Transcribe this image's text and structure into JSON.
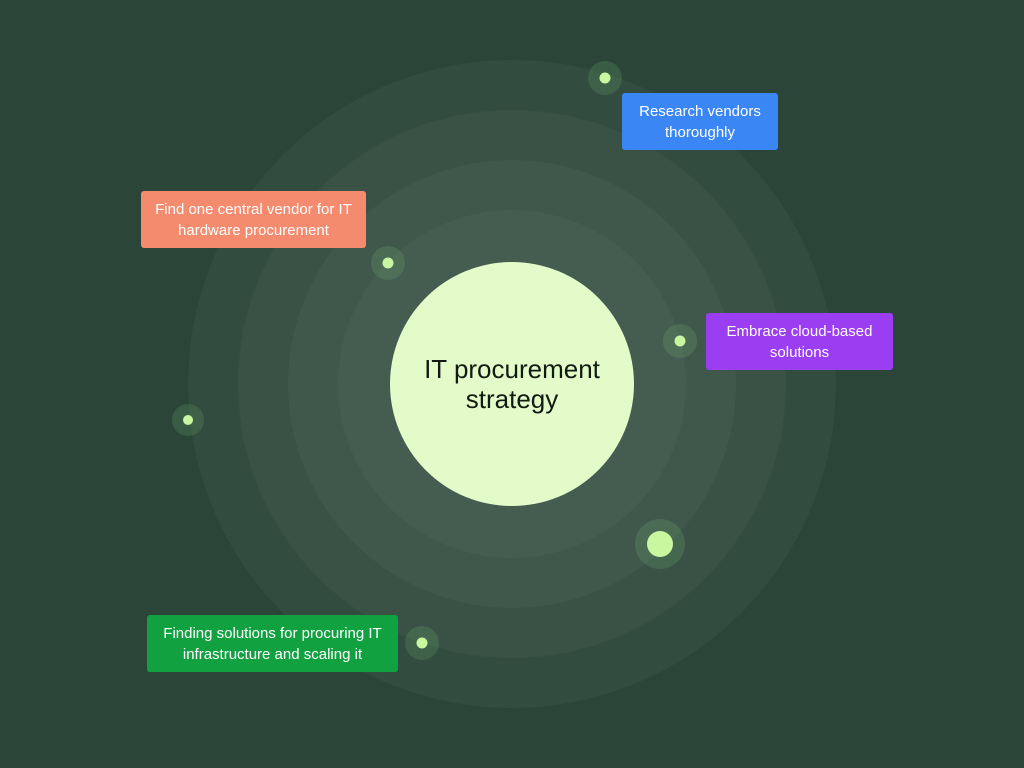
{
  "diagram": {
    "center": {
      "label": "IT procurement strategy",
      "color": "#e2fbc9"
    },
    "nodes": [
      {
        "id": "research",
        "label": "Research vendors thoroughly",
        "color": "#3a86f4"
      },
      {
        "id": "vendor",
        "label": "Find one central vendor for IT hardware procurement",
        "color": "#f58b6e"
      },
      {
        "id": "cloud",
        "label": "Embrace cloud-based solutions",
        "color": "#9b3df0"
      },
      {
        "id": "infra",
        "label": "Finding solutions for procuring IT infrastructure and scaling it",
        "color": "#12a140"
      }
    ],
    "dot_color": "#c8f7a0",
    "background_color": "#2b4639"
  }
}
